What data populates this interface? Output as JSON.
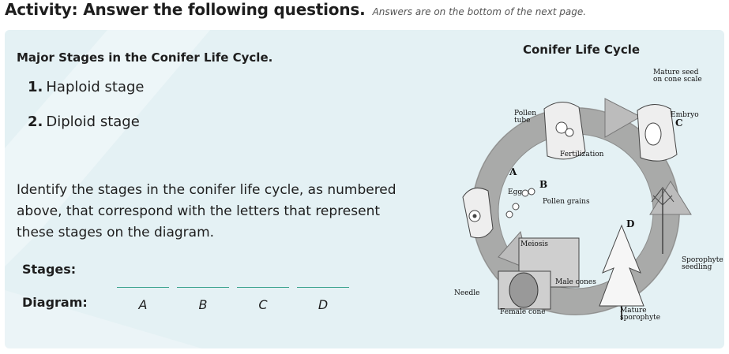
{
  "header": {
    "title": "Activity: Answer the following questions.",
    "note": "Answers are on the bottom of the next page."
  },
  "left": {
    "stages_title": "Major Stages in the Conifer Life Cycle.",
    "stages": [
      {
        "number": "1.",
        "label": "Haploid stage"
      },
      {
        "number": "2.",
        "label": "Diploid stage"
      }
    ],
    "question": "Identify the stages in the conifer life cycle, as numbered above, that correspond with the letters that represent these stages on the diagram.",
    "stages_label": "Stages:",
    "diagram_label": "Diagram:",
    "letters": [
      "A",
      "B",
      "C",
      "D"
    ]
  },
  "diagram": {
    "title": "Conifer Life Cycle",
    "labels": {
      "mature_seed": "Mature seed",
      "on_cone_scale": "on cone scale",
      "embryo": "Embryo",
      "pollen": "Pollen",
      "tube": "tube",
      "fertilization": "Fertilization",
      "egg": "Egg",
      "pollen_grains": "Pollen grains",
      "meiosis": "Meiosis",
      "male_cones": "Male cones",
      "needle": "Needle",
      "female_cone": "Female cone",
      "mature": "Mature",
      "sporophyte": "sporophyte",
      "sporophyte_top": "Sporophyte",
      "seedling": "seedling",
      "letter_a": "A",
      "letter_b": "B",
      "letter_c": "C",
      "letter_d": "D"
    }
  }
}
